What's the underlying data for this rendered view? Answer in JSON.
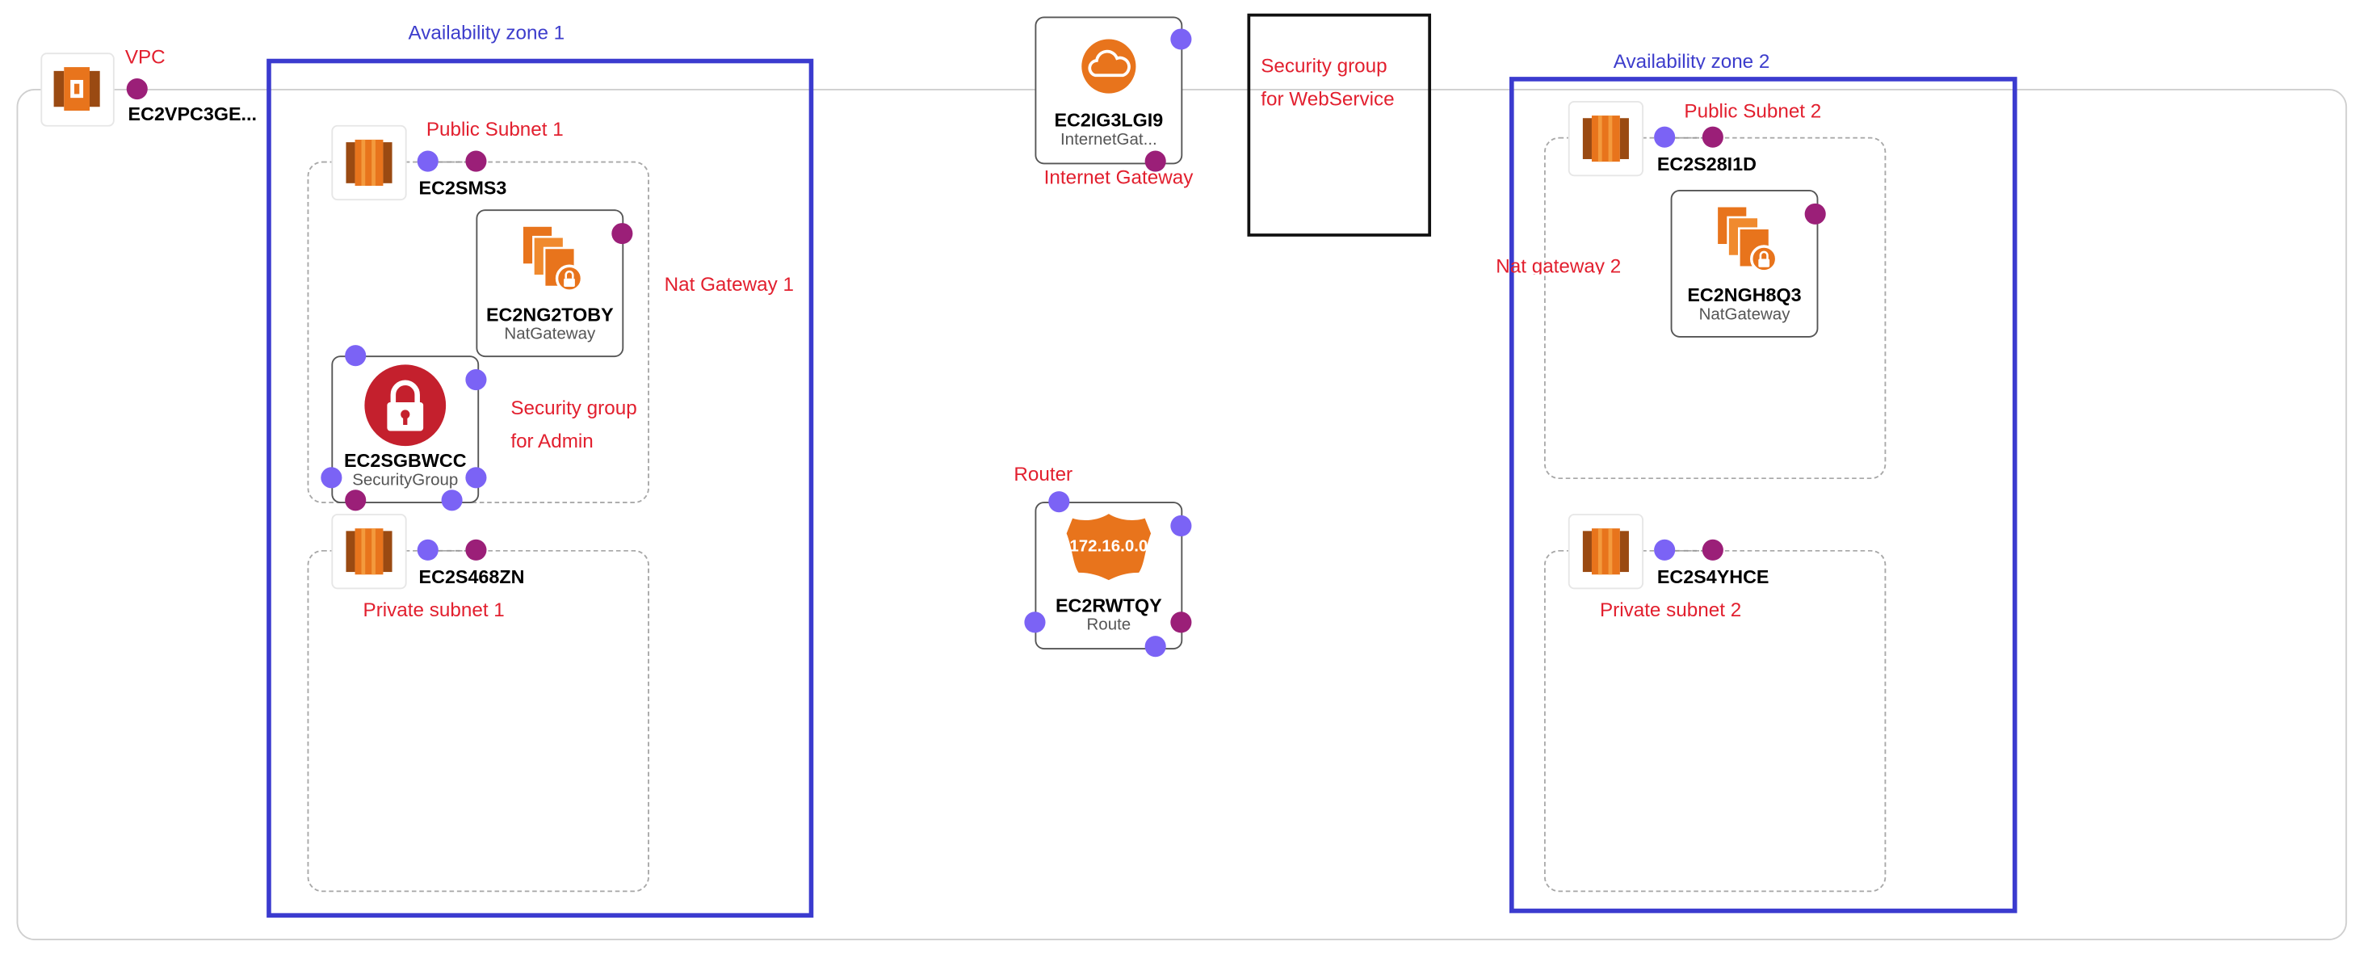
{
  "colors": {
    "label_red": "#e21f2e",
    "zone_blue": "#3b3bcf",
    "port_purple": "#7b63f5",
    "port_magenta": "#9b1f78",
    "aws_orange": "#e8741c",
    "security_red": "#c4202d"
  },
  "labels": {
    "vpc": "VPC",
    "availability_zone_1": "Availability zone 1",
    "availability_zone_2": "Availability zone 2",
    "public_subnet_1": "Public Subnet 1",
    "public_subnet_2": "Public Subnet 2",
    "private_subnet_1": "Private subnet 1",
    "private_subnet_2": "Private subnet 2",
    "nat_gateway_1": "Nat Gateway 1",
    "nat_gateway_2": "Nat gateway 2",
    "security_group_admin_1": "Security group",
    "security_group_admin_2": "for Admin",
    "security_group_web_1": "Security group",
    "security_group_web_2": "for WebService",
    "internet_gateway": "Internet Gateway",
    "router": "Router"
  },
  "nodes": {
    "vpc": {
      "name": "EC2VPC3GE...",
      "icon": "vpc-icon"
    },
    "public_subnet_1": {
      "name": "EC2SMS3",
      "icon": "subnet-icon"
    },
    "nat_gateway_1": {
      "name": "EC2NG2TOBY",
      "type": "NatGateway",
      "icon": "nat-gateway-icon"
    },
    "security_group": {
      "name": "EC2SGBWCC",
      "type": "SecurityGroup",
      "icon": "lock-icon"
    },
    "private_subnet_1": {
      "name": "EC2S468ZN",
      "icon": "subnet-icon"
    },
    "internet_gateway": {
      "name": "EC2IG3LGI9",
      "type": "InternetGat...",
      "icon": "cloud-icon"
    },
    "router": {
      "name": "EC2RWTQY",
      "type": "Route",
      "badge": "172.16.0.0",
      "icon": "router-icon"
    },
    "public_subnet_2": {
      "name": "EC2S28I1D",
      "icon": "subnet-icon"
    },
    "nat_gateway_2": {
      "name": "EC2NGH8Q3",
      "type": "NatGateway",
      "icon": "nat-gateway-icon"
    },
    "private_subnet_2": {
      "name": "EC2S4YHCE",
      "icon": "subnet-icon"
    }
  }
}
